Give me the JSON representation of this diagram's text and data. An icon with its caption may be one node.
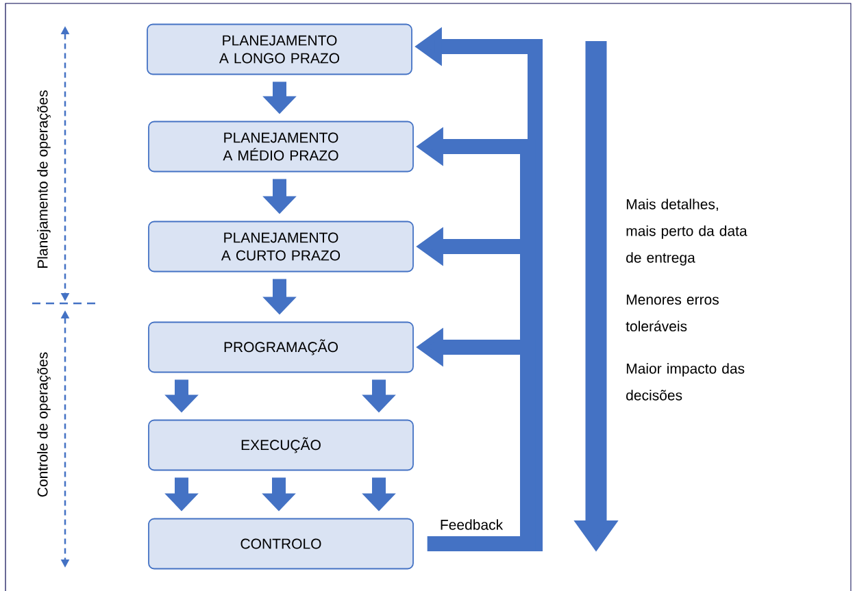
{
  "diagram": {
    "nodes": [
      {
        "text": [
          "PLANEJAMENTO A LONGO PRAZO"
        ]
      },
      {
        "text": [
          "PLANEJAMENTO A MÉDIO PRAZO"
        ]
      },
      {
        "text": [
          "PLANEJAMENTO A CURTO PRAZO"
        ]
      },
      {
        "text": [
          "PROGRAMAÇÃO"
        ]
      },
      {
        "text": [
          "EXECUÇÃO"
        ]
      },
      {
        "text": [
          "CONTROLO"
        ]
      }
    ],
    "edges": [
      {
        "from": 0,
        "to": 1,
        "arrow": "to"
      },
      {
        "from": 1,
        "to": 2,
        "arrow": "to"
      },
      {
        "from": 2,
        "to": 3,
        "arrow": "to"
      },
      {
        "from": 3,
        "to": 4,
        "arrow": "to"
      },
      {
        "from": 3,
        "to": 4,
        "arrow": "to"
      },
      {
        "from": 4,
        "to": 5,
        "arrow": "to"
      },
      {
        "from": 4,
        "to": 5,
        "arrow": "to"
      },
      {
        "from": 4,
        "to": 5,
        "arrow": "to"
      },
      {
        "from": 5,
        "to": 0,
        "arrow": "to",
        "label": "Feedback"
      },
      {
        "from": 5,
        "to": 1,
        "arrow": "to"
      },
      {
        "from": 5,
        "to": 2,
        "arrow": "to"
      },
      {
        "from": 5,
        "to": 3,
        "arrow": "to"
      }
    ],
    "labels": [
      "Planejamento de operações",
      "Controle de operações",
      "Mais detalhes, mais perto da data de entrega",
      "Menores erros toleráveis",
      "Maior impacto das decisões"
    ]
  }
}
